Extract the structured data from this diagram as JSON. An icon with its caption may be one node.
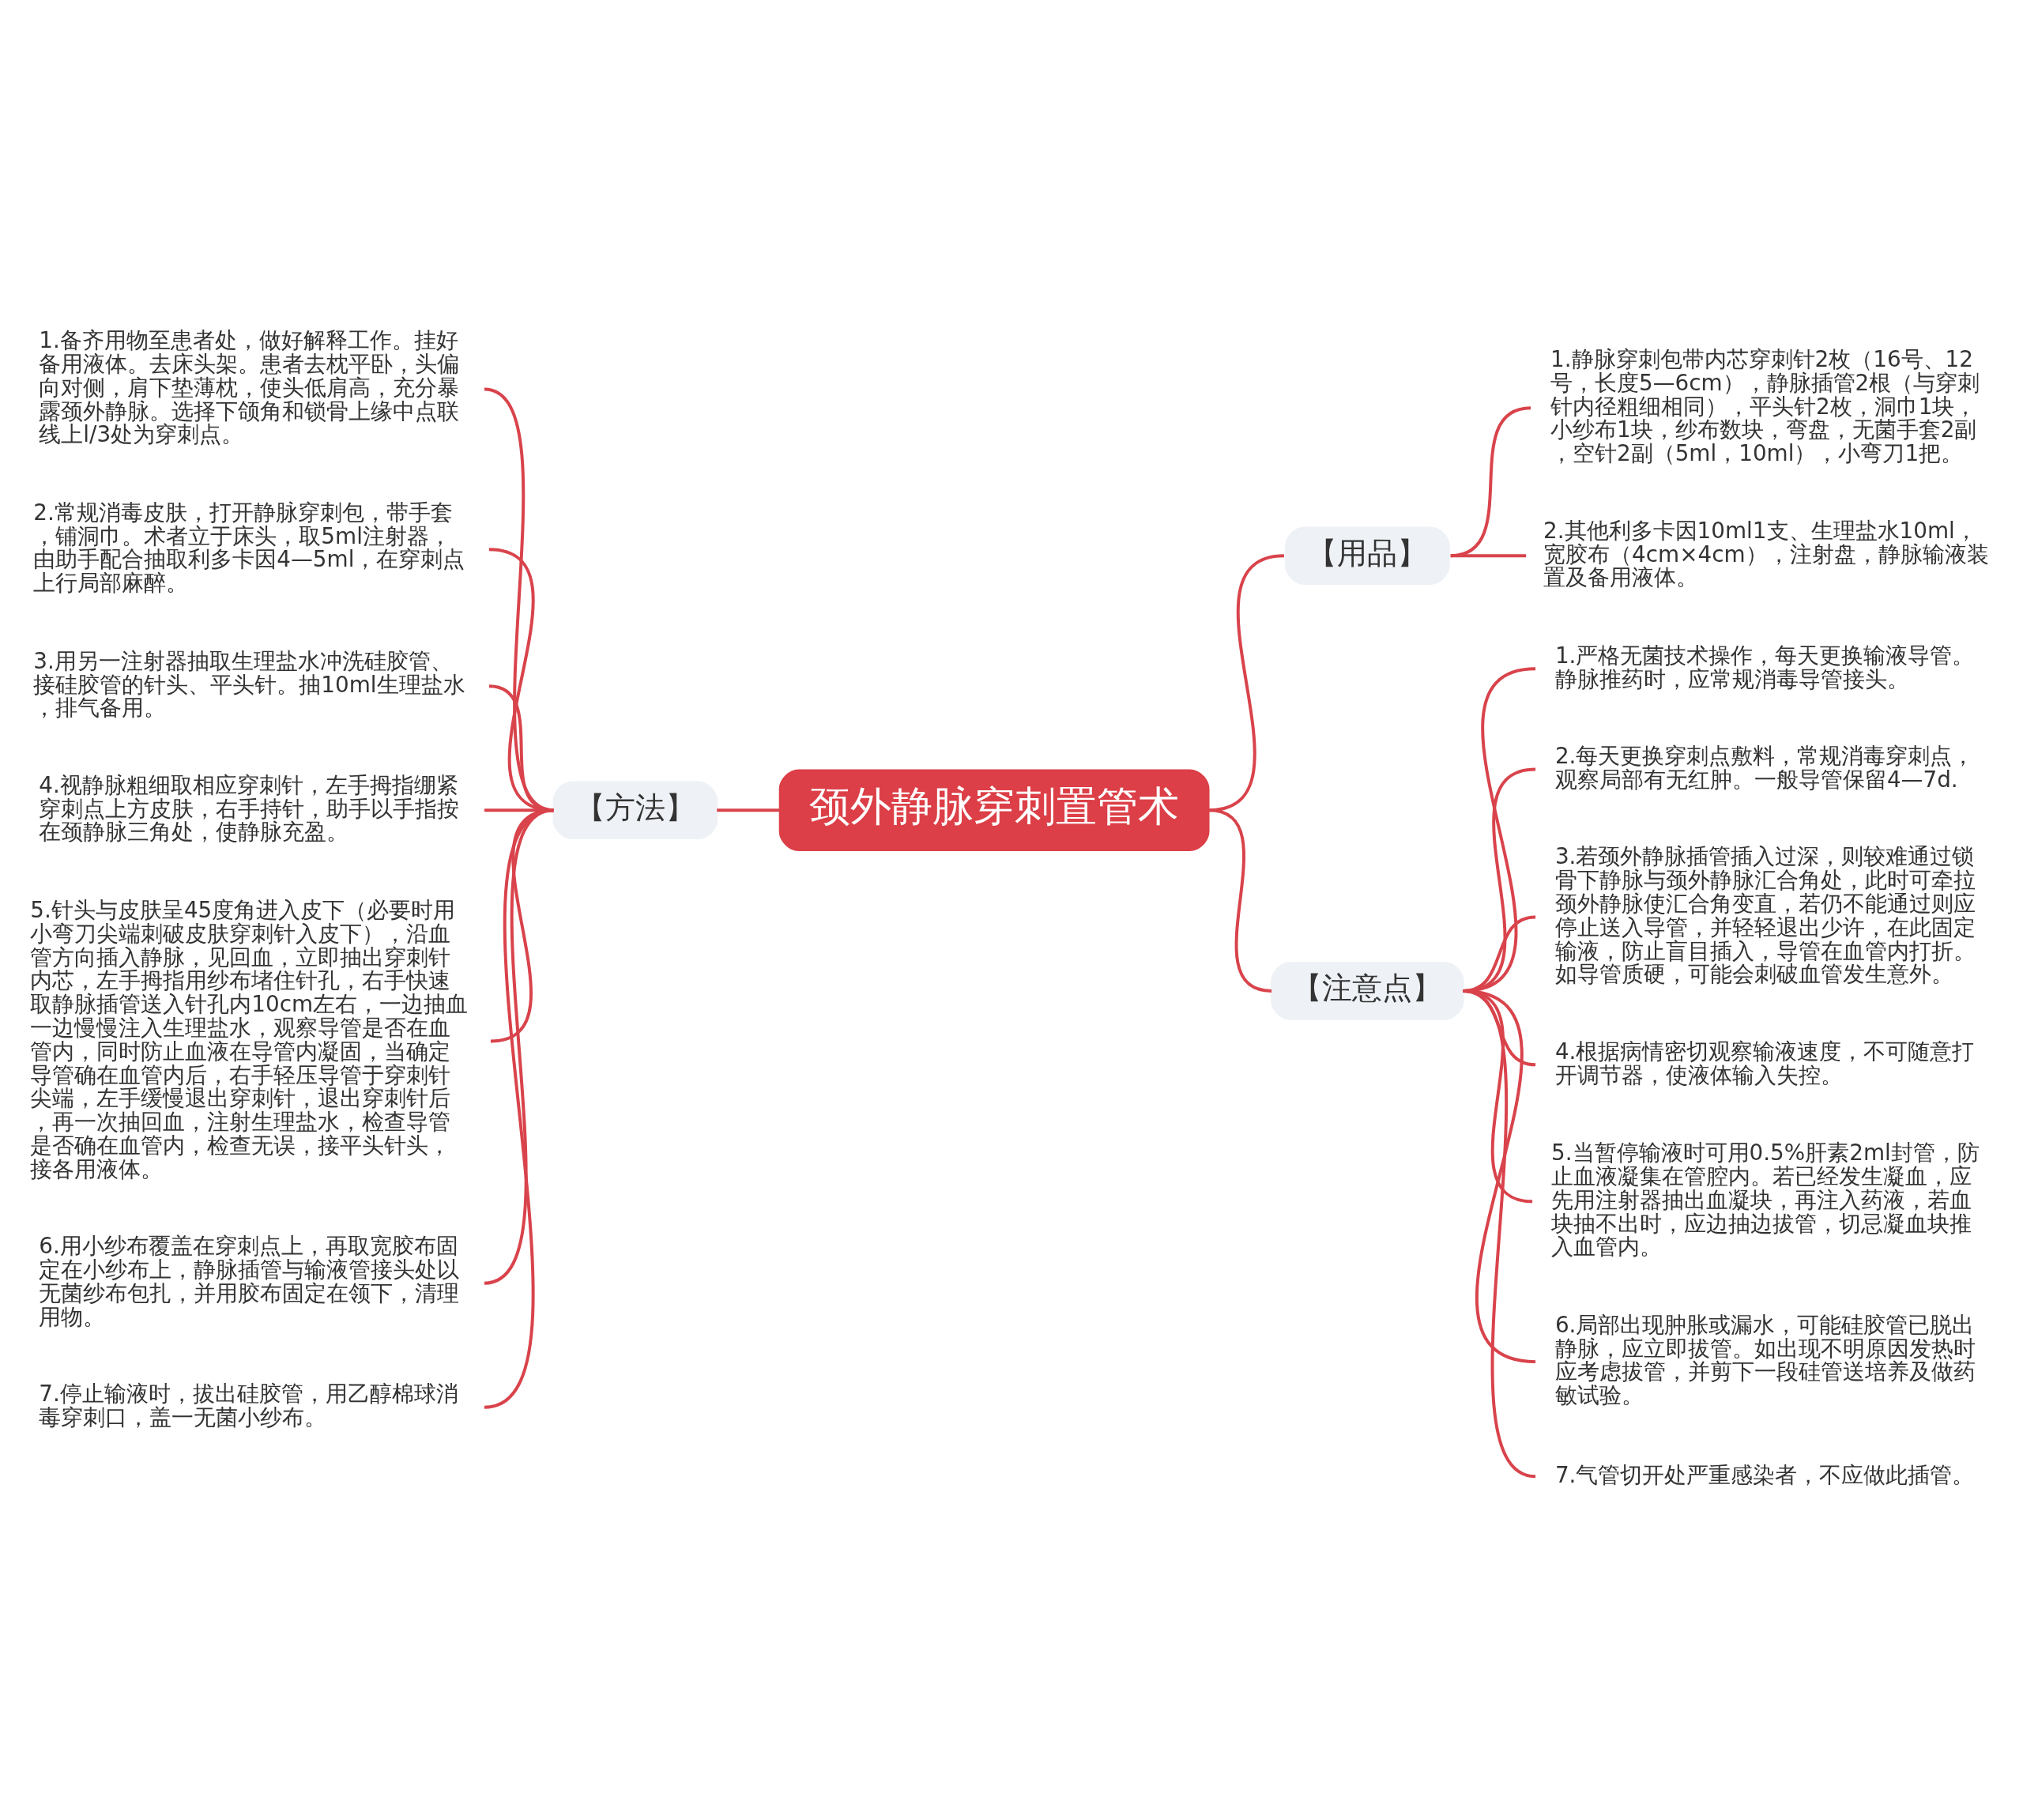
{
  "diagram": {
    "nodes": [
      {
        "text": [
          "颈外静脉穿刺置管术"
        ]
      },
      {
        "text": [
          "【方法】"
        ]
      },
      {
        "text": [
          "1.备齐用物至患者处，做好解释工作。挂好备用液体。去床头架。患者去枕平卧，头偏向对侧，肩下垫薄枕，使头低肩高，充分暴露颈外静脉。选择下颌角和锁骨上缘中点联线上l/3处为穿刺点。"
        ]
      },
      {
        "text": [
          "2.常规消毒皮肤，打开静脉穿刺包，带手套，铺洞巾。术者立于床头，取5ml注射器，由助手配合抽取利多卡因4—5ml，在穿刺点上行局部麻醉。"
        ]
      },
      {
        "text": [
          "3.用另一注射器抽取生理盐水冲洗硅胶管、接硅胶管的针头、平头针。抽10ml生理盐水，排气备用。"
        ]
      },
      {
        "text": [
          "4.视静脉粗细取相应穿刺针，左手拇指绷紧穿刺点上方皮肤，右手持针，助手以手指按在颈静脉三角处，使静脉充盈。"
        ]
      },
      {
        "text": [
          "5.针头与皮肤呈45度角进入皮下（必要时用小弯刀尖端刺破皮肤穿刺针入皮下），沿血管方向插入静脉，见回血，立即抽出穿刺针内芯，左手拇指用纱布堵住针孔，右手快速取静脉插管送入针孔内10cm左右，一边抽血一边慢慢注入生理盐水，观察导管是否在血管内，同时防止血液在导管内凝固，当确定导管确在血管内后，右手轻压导管于穿刺针尖端，左手缓慢退出穿刺针，退出穿刺针后，再一次抽回血，注射生理盐水，检查导管是否确在血管内，检查无误，接平头针头，接各用液体。"
        ]
      },
      {
        "text": [
          "6.用小纱布覆盖在穿刺点上，再取宽胶布固定在小纱布上，静脉插管与输液管接头处以无菌纱布包扎，并用胶布固定在领下，清理用物。"
        ]
      },
      {
        "text": [
          "7.停止输液时，拔出硅胶管，用乙醇棉球消毒穿刺口，盖一无菌小纱布。"
        ]
      },
      {
        "text": [
          "【用品】"
        ]
      },
      {
        "text": [
          "1.静脉穿刺包带内芯穿刺针2枚（16号、12号，长度5—6cm），静脉插管2根（与穿刺针内径粗细相同），平头针2枚，洞巾1块，小纱布1块，纱布数块，弯盘，无菌手套2副，空针2副（5ml，10ml），小弯刀1把。"
        ]
      },
      {
        "text": [
          "2.其他利多卡因10ml1支、生理盐水10ml，宽胶布（4cm×4cm），注射盘，静脉输液装置及备用液体。"
        ]
      },
      {
        "text": [
          "【注意点】"
        ]
      },
      {
        "text": [
          "1.严格无菌技术操作，每天更换输液导管。静脉推药时，应常规消毒导管接头。"
        ]
      },
      {
        "text": [
          "2.每天更换穿刺点敷料，常规消毒穿刺点，观察局部有无红肿。一般导管保留4—7d."
        ]
      },
      {
        "text": [
          "3.若颈外静脉插管插入过深，则较难通过锁骨下静脉与颈外静脉汇合角处，此时可牵拉颈外静脉使汇合角变直，若仍不能通过则应停止送入导管，并轻轻退出少许，在此固定输液，防止盲目插入，导管在血管内打折。如导管质硬，可能会刺破血管发生意外。"
        ]
      },
      {
        "text": [
          "4.根据病情密切观察输液速度，不可随意打开调节器，使液体输入失控。"
        ]
      },
      {
        "text": [
          "5.当暂停输液时可用0.5%肝素2ml封管，防止血液凝集在管腔内。若已经发生凝血，应先用注射器抽出血凝块，再注入药液，若血块抽不出时，应边抽边拔管，切忌凝血块推入血管内。"
        ]
      },
      {
        "text": [
          "6.局部出现肿胀或漏水，可能硅胶管已脱出静脉，应立即拔管。如出现不明原因发热时应考虑拔管，并剪下一段硅管送培养及做药敏试验。"
        ]
      },
      {
        "text": [
          "7.气管切开处严重感染者，不应做此插管。"
        ]
      }
    ],
    "edges": [
      {
        "from": 0,
        "to": 1,
        "arrow": "none"
      },
      {
        "from": 1,
        "to": 2,
        "arrow": "none"
      },
      {
        "from": 1,
        "to": 3,
        "arrow": "none"
      },
      {
        "from": 1,
        "to": 4,
        "arrow": "none"
      },
      {
        "from": 1,
        "to": 5,
        "arrow": "none"
      },
      {
        "from": 1,
        "to": 6,
        "arrow": "none"
      },
      {
        "from": 1,
        "to": 7,
        "arrow": "none"
      },
      {
        "from": 1,
        "to": 8,
        "arrow": "none"
      },
      {
        "from": 0,
        "to": 9,
        "arrow": "none"
      },
      {
        "from": 9,
        "to": 10,
        "arrow": "none"
      },
      {
        "from": 9,
        "to": 11,
        "arrow": "none"
      },
      {
        "from": 0,
        "to": 12,
        "arrow": "none"
      },
      {
        "from": 12,
        "to": 13,
        "arrow": "none"
      },
      {
        "from": 12,
        "to": 14,
        "arrow": "none"
      },
      {
        "from": 12,
        "to": 15,
        "arrow": "none"
      },
      {
        "from": 12,
        "to": 16,
        "arrow": "none"
      },
      {
        "from": 12,
        "to": 17,
        "arrow": "none"
      },
      {
        "from": 12,
        "to": 18,
        "arrow": "none"
      },
      {
        "from": 12,
        "to": 19,
        "arrow": "none"
      }
    ]
  }
}
